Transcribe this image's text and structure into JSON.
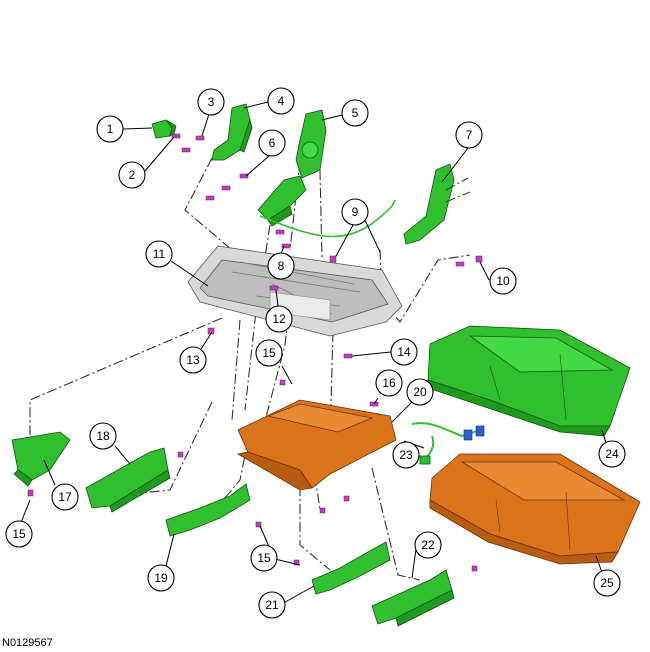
{
  "figure_id": "N0129567",
  "callouts": [
    {
      "n": "1"
    },
    {
      "n": "2"
    },
    {
      "n": "3"
    },
    {
      "n": "4"
    },
    {
      "n": "5"
    },
    {
      "n": "6"
    },
    {
      "n": "7"
    },
    {
      "n": "8"
    },
    {
      "n": "9"
    },
    {
      "n": "10"
    },
    {
      "n": "11"
    },
    {
      "n": "12"
    },
    {
      "n": "13"
    },
    {
      "n": "14"
    },
    {
      "n": "15"
    },
    {
      "n": "15"
    },
    {
      "n": "15"
    },
    {
      "n": "16"
    },
    {
      "n": "17"
    },
    {
      "n": "18"
    },
    {
      "n": "19"
    },
    {
      "n": "20"
    },
    {
      "n": "21"
    },
    {
      "n": "22"
    },
    {
      "n": "23"
    },
    {
      "n": "24"
    },
    {
      "n": "25"
    }
  ],
  "colors": {
    "green_part": "#2fbf2f",
    "orange_part": "#d9741a",
    "frame": "#d9d9d9",
    "fastener": "#c23cc2"
  }
}
